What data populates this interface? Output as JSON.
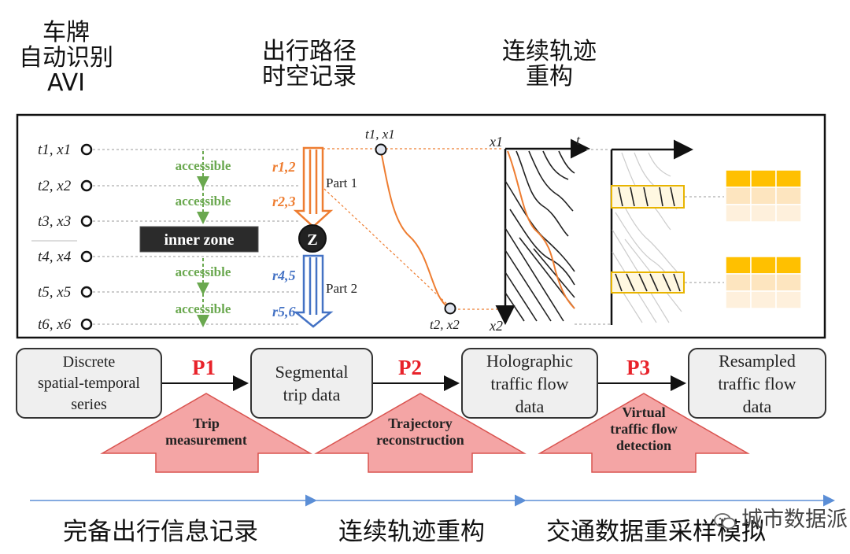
{
  "headers": {
    "avi": [
      "车牌",
      "自动识别",
      "AVI"
    ],
    "record": [
      "出行路径",
      "时空记录"
    ],
    "recon": [
      "连续轨迹",
      "重构"
    ]
  },
  "panel": {
    "time_labels": [
      "t1, x1",
      "t2, x2",
      "t3, x3",
      "t4, x4",
      "t5, x5",
      "t6, x6"
    ],
    "accessible": "accessible",
    "inner_zone": "inner zone",
    "zone_node": "Z",
    "part1": "Part 1",
    "part2": "Part 2",
    "r12": "r1,2",
    "r23": "r2,3",
    "r45": "r4,5",
    "r56": "r5,6",
    "point_start": "t1, x1",
    "point_end": "t2, x2",
    "axis_x1": "x1",
    "axis_t": "t",
    "axis_x2": "x2"
  },
  "flow": {
    "box1": [
      "Discrete",
      "spatial-temporal",
      "series"
    ],
    "box2": [
      "Segmental",
      "trip data"
    ],
    "box3": [
      "Holographic",
      "traffic flow",
      "data"
    ],
    "box4": [
      "Resampled",
      "traffic flow",
      "data"
    ],
    "p1": "P1",
    "p2": "P2",
    "p3": "P3",
    "arrow1": [
      "Trip",
      "measurement"
    ],
    "arrow2": [
      "Trajectory",
      "reconstruction"
    ],
    "arrow3": [
      "Virtual",
      "traffic flow",
      "detection"
    ]
  },
  "footer": {
    "seg1": "完备出行信息记录",
    "seg2": "连续轨迹重构",
    "seg3": "交通数据重采样模拟"
  },
  "watermark": "城市数据派",
  "colors": {
    "green": "#6aa84f",
    "orange": "#ee7d31",
    "blue": "#4472c4",
    "red_text": "#e8222a",
    "arrow_fill": "#f4a5a5",
    "arrow_stroke": "#d9534f",
    "cell_yellow": "#ffc000",
    "blue_line": "#5b8ed6"
  }
}
